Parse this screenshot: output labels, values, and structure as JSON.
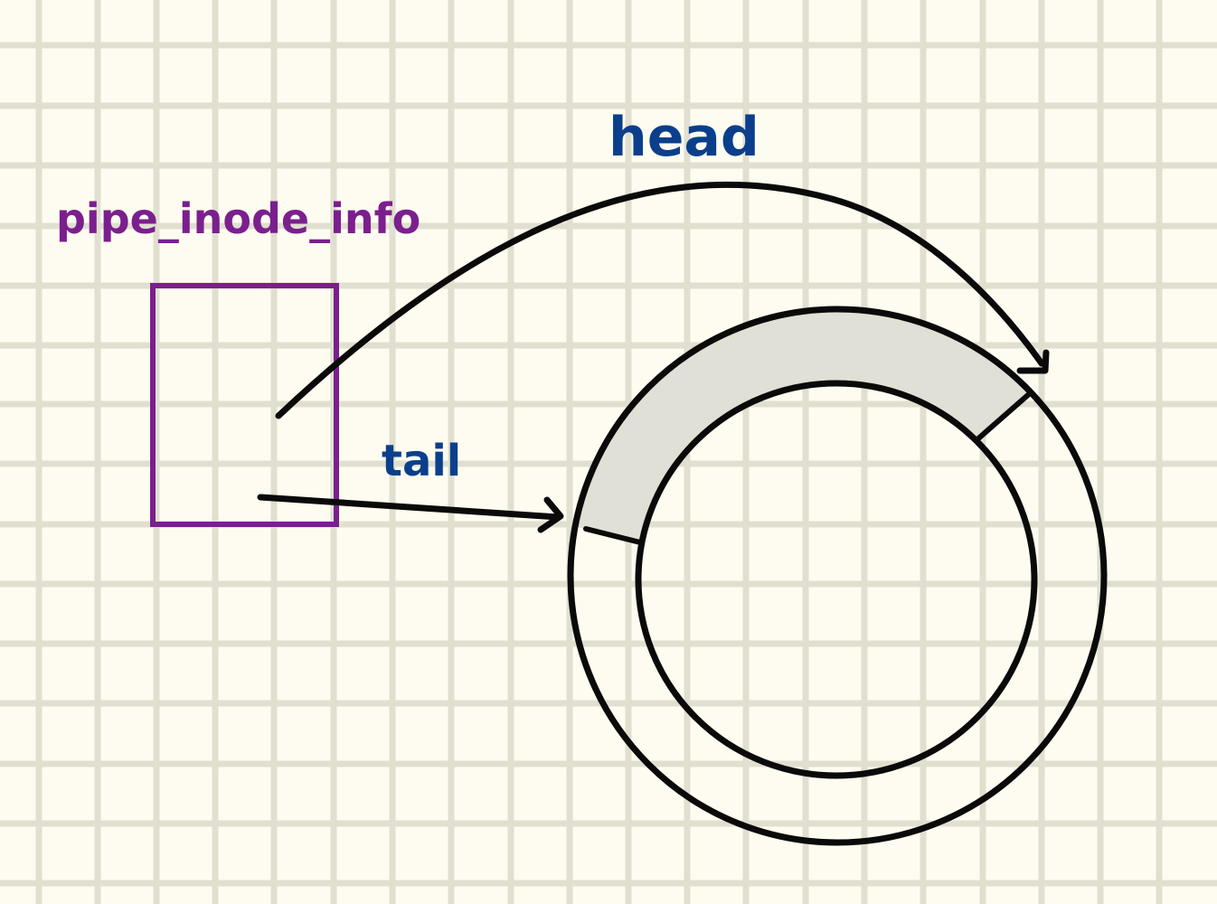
{
  "diagram": {
    "struct_label": "pipe_inode_info",
    "head_label": "head",
    "tail_label": "tail"
  },
  "colors": {
    "paper": "#fefcf0",
    "grid": "#e0dfd0",
    "struct": "#7b1f8e",
    "pointer_label": "#0b3f8c",
    "ink": "#0a0a0a",
    "occupied": "#e1e0d6"
  }
}
